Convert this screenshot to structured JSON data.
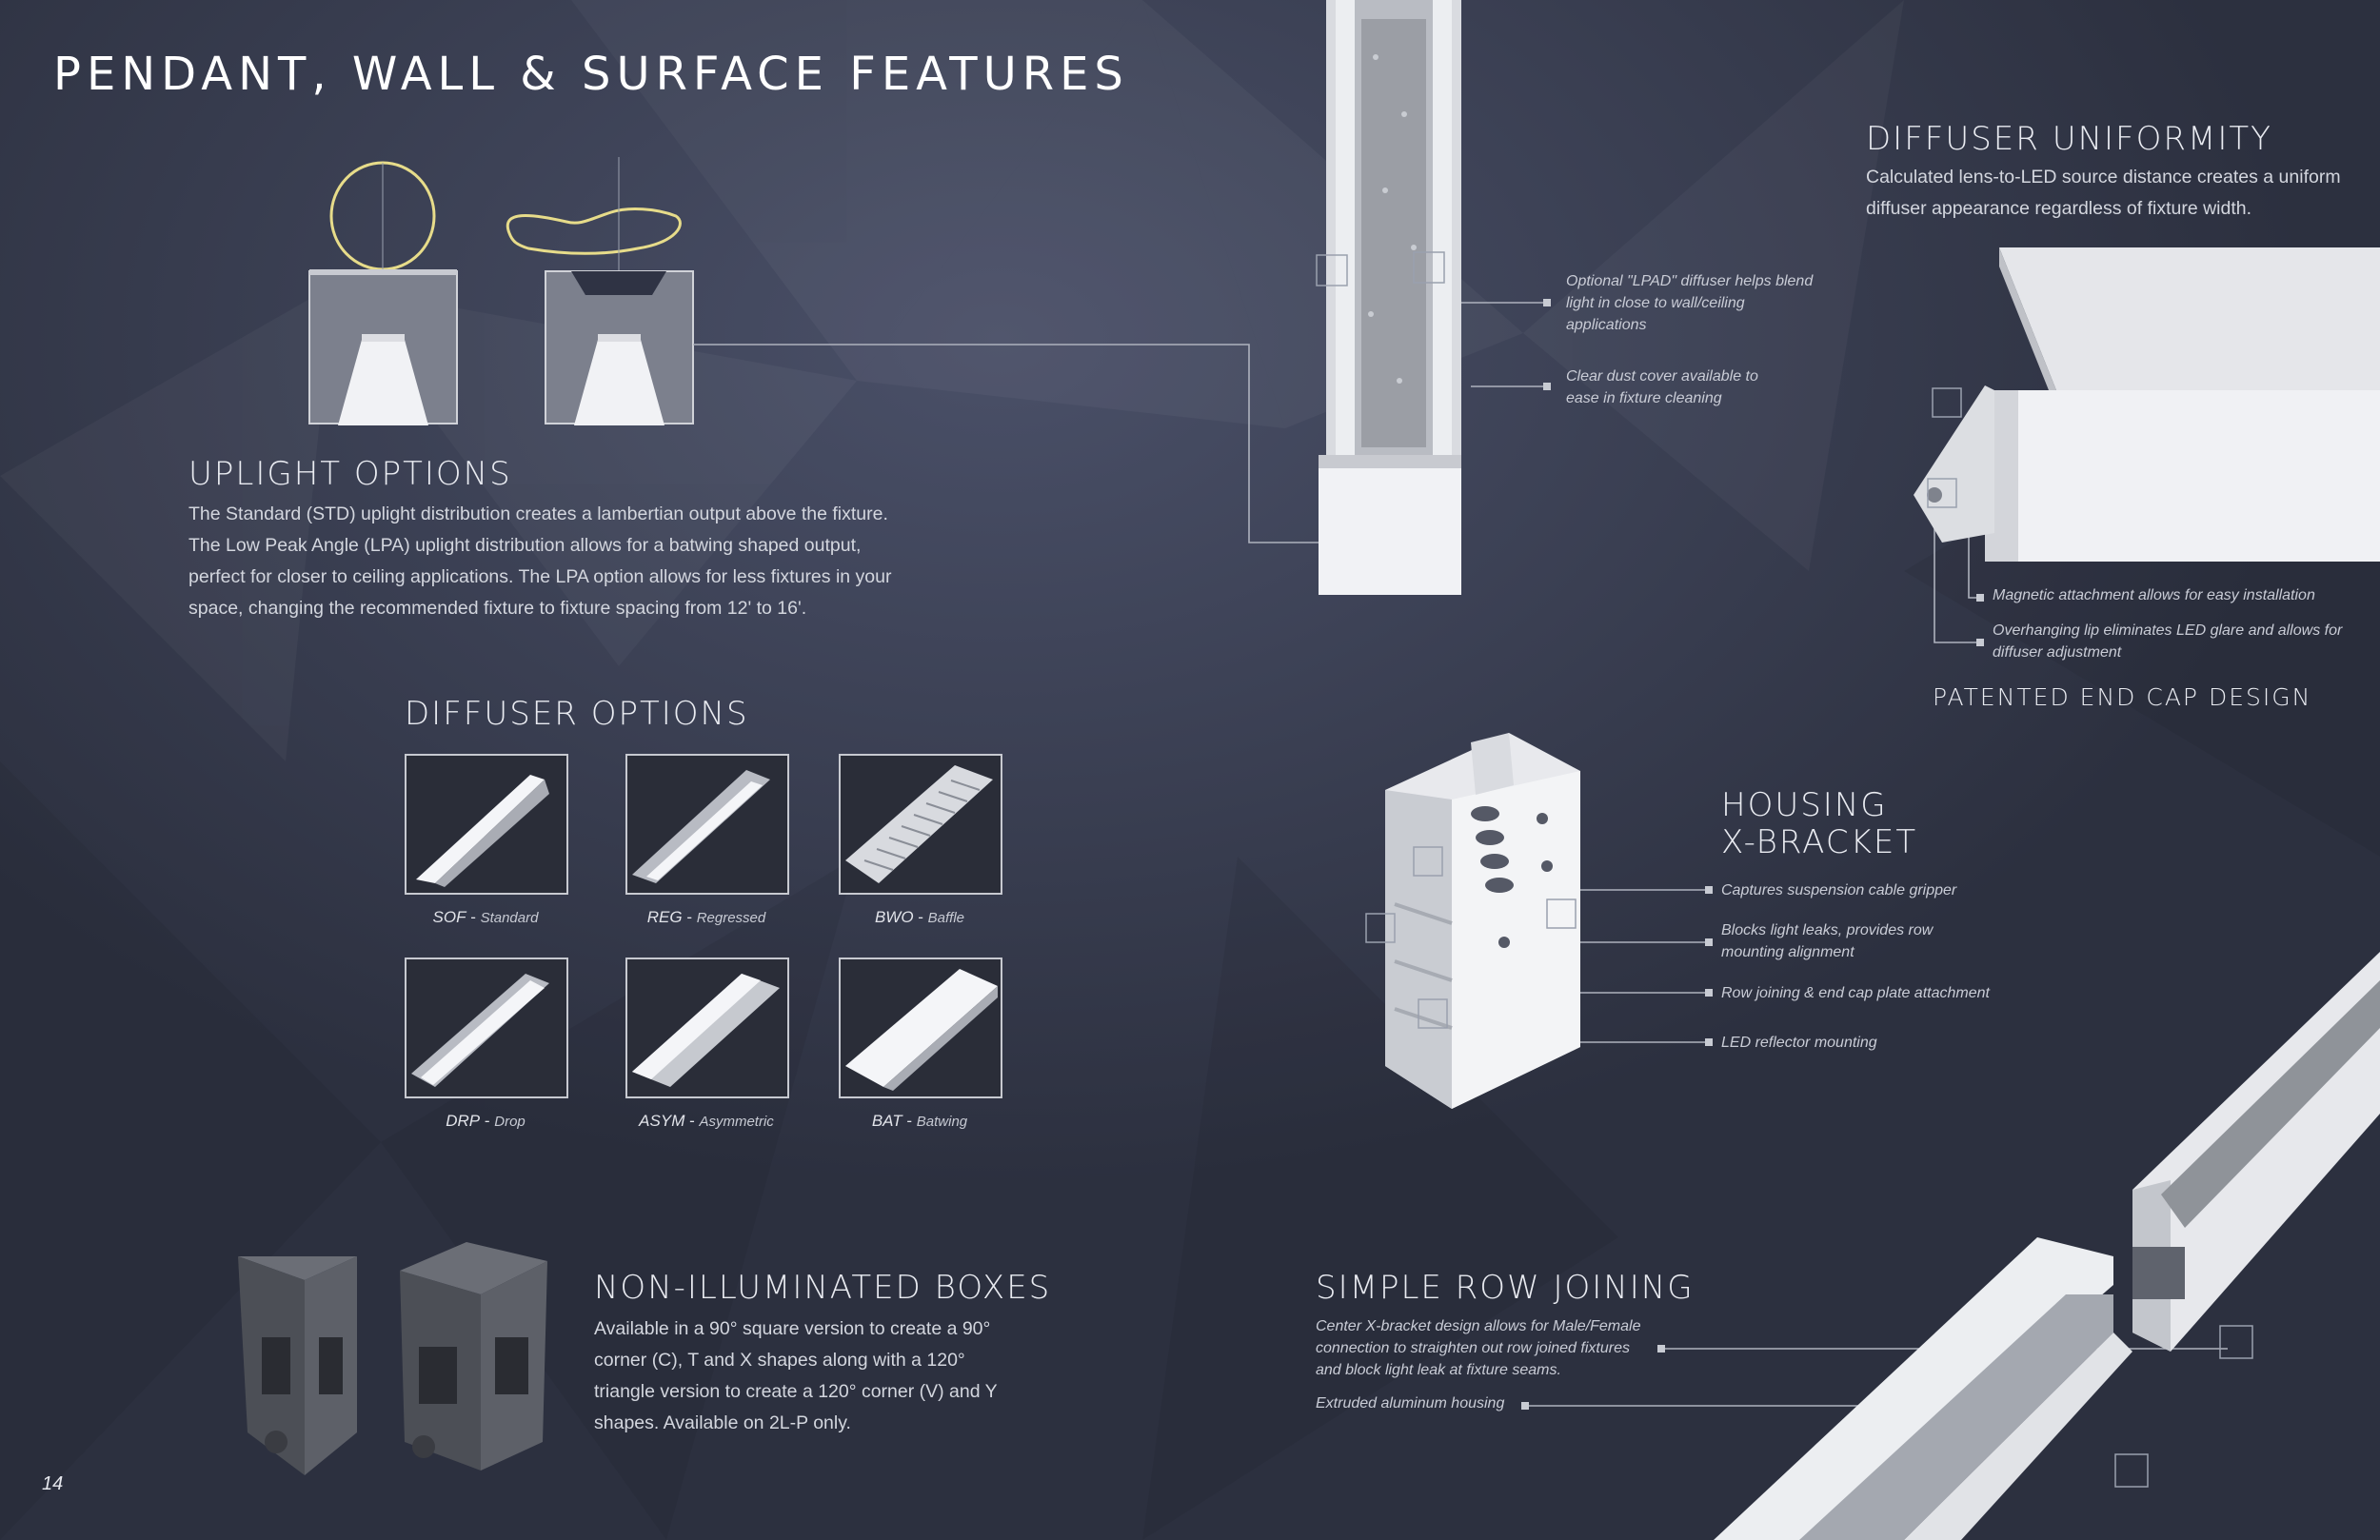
{
  "page": {
    "title": "PENDANT, WALL & SURFACE FEATURES",
    "page_number": "14"
  },
  "uplight": {
    "heading": "UPLIGHT OPTIONS",
    "body": "The Standard (STD) uplight distribution creates a lambertian output above the fixture. The Low Peak Angle (LPA) uplight distribution allows for a batwing shaped output, perfect for closer to ceiling applications. The LPA option allows for less fixtures in your space, changing the recommended fixture to fixture spacing from 12' to 16'."
  },
  "fixture_callouts": {
    "lpad": "Optional \"LPAD\" diffuser helps blend light in close to wall/ceiling applications",
    "dust_cover": "Clear dust cover available to ease in fixture cleaning"
  },
  "diffuser_uniformity": {
    "heading": "DIFFUSER UNIFORMITY",
    "body": "Calculated lens-to-LED source distance creates a uniform diffuser appearance regardless of fixture width."
  },
  "end_cap": {
    "heading": "PATENTED END CAP DESIGN",
    "callout_magnetic": "Magnetic attachment allows for easy installation",
    "callout_lip": "Overhanging lip eliminates LED glare and allows for diffuser adjustment"
  },
  "diffuser_options": {
    "heading": "DIFFUSER OPTIONS",
    "items": [
      {
        "code": "SOF",
        "name": "Standard"
      },
      {
        "code": "REG",
        "name": "Regressed"
      },
      {
        "code": "BWO",
        "name": "Baffle"
      },
      {
        "code": "DRP",
        "name": "Drop"
      },
      {
        "code": "ASYM",
        "name": "Asymmetric"
      },
      {
        "code": "BAT",
        "name": "Batwing"
      }
    ]
  },
  "housing": {
    "heading_line1": "HOUSING",
    "heading_line2": "X-BRACKET",
    "callouts": [
      "Captures suspension cable gripper",
      "Blocks light leaks, provides row mounting alignment",
      "Row joining & end cap plate attachment",
      "LED reflector mounting"
    ]
  },
  "boxes": {
    "heading": "NON-ILLUMINATED BOXES",
    "body": "Available in a 90° square version to create a 90° corner (C), T and X shapes along with a 120° triangle version to create a 120° corner (V) and Y shapes. Available on 2L-P only."
  },
  "row_joining": {
    "heading": "SIMPLE ROW JOINING",
    "callout_center": "Center X-bracket design allows for Male/Female connection to straighten out row joined fixtures and block light leak at fixture seams.",
    "callout_housing": "Extruded aluminum housing"
  },
  "colors": {
    "background": "#2f3344",
    "text": "#e6e8ee",
    "fixture_white": "#e9eaee",
    "uplight_curve": "#e7dc8a"
  }
}
